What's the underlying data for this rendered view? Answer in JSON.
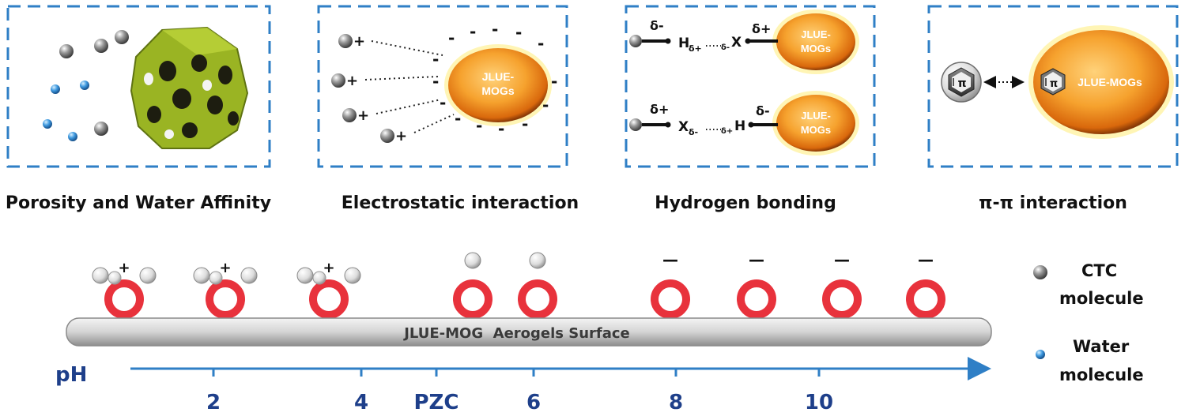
{
  "panels": {
    "porosity": {
      "caption": "Porosity and Water Affinity"
    },
    "electrostatic": {
      "caption": "Electrostatic interaction",
      "mog_label": [
        "JLUE-",
        "MOGs"
      ],
      "cation_symbol": "+",
      "surface_charge": "-"
    },
    "hbond": {
      "caption": "Hydrogen bonding",
      "mog_label": [
        "JLUE-",
        "MOGs"
      ],
      "top": {
        "mol_charge": "δ-",
        "donor": "H",
        "donor_sub": "δ+",
        "acceptor_sub": "δ-",
        "acceptor": "X",
        "mog_charge": "δ+"
      },
      "bottom": {
        "mol_charge": "δ+",
        "donor": "X",
        "donor_sub": "δ-",
        "acceptor_sub": "δ+",
        "acceptor": "H",
        "mog_charge": "δ-"
      }
    },
    "pipi": {
      "caption": "π-π interaction",
      "pi_symbol": "π",
      "mog_label": "JLUE-MOGs"
    }
  },
  "surface": {
    "label": "JLUE-MOG  Aerogels Surface",
    "cation_symbol": "+",
    "anion_symbol": "—"
  },
  "axis": {
    "label": "pH",
    "ticks": [
      "2",
      "4",
      "PZC",
      "6",
      "8",
      "10"
    ]
  },
  "legend": {
    "ctc": [
      "CTC",
      "molecule"
    ],
    "water": [
      "Water",
      "molecule"
    ]
  },
  "colors": {
    "panel_border": "#2f7fc6",
    "axis": "#2f7fc6",
    "ring": "#e8323c",
    "mog_fill": "#f08a1e",
    "framework": "#9ab423",
    "water": "#2e86c8",
    "tick_text": "#1e3f8a"
  }
}
